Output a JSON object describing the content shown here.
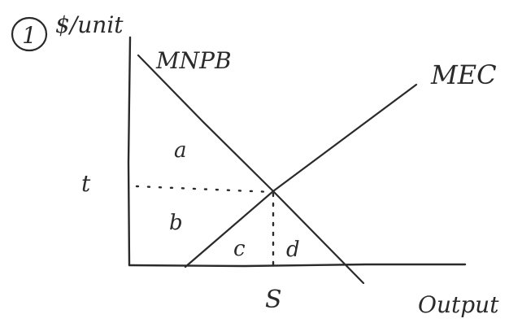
{
  "figure": {
    "number": "1",
    "y_axis_label": "$/unit",
    "x_axis_label": "Output",
    "curves": {
      "mnpb": "MNPB",
      "mec": "MEC"
    },
    "tax_level_label": "t",
    "output_level_label": "S",
    "areas": {
      "a": "a",
      "b": "b",
      "c": "c",
      "d": "d"
    }
  },
  "style": {
    "ink_color": "#2a2a2a",
    "background": "#ffffff"
  }
}
